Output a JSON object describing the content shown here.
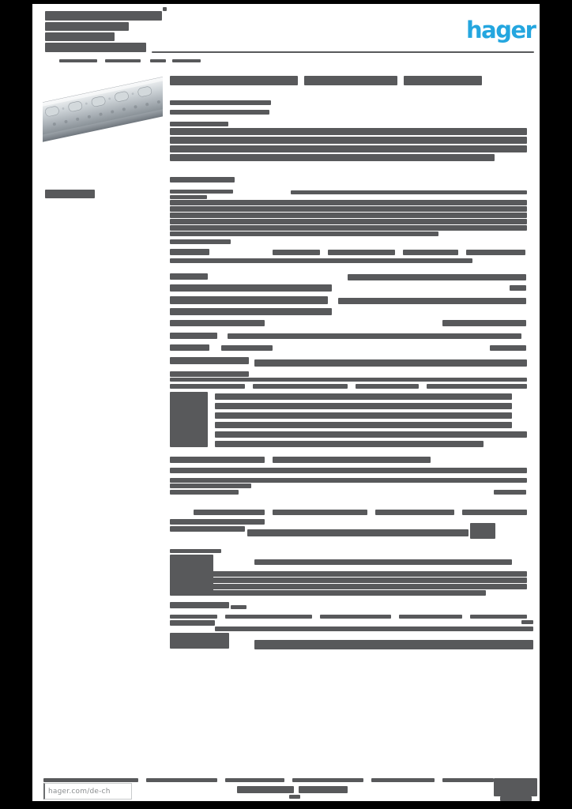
{
  "brand": {
    "logo_text": "hager",
    "logo_color": "#24A6DF"
  },
  "footer": {
    "website": "hager.com/de-ch"
  },
  "colors": {
    "text_block": "#58595B",
    "page_bg": "#FFFFFF",
    "margin": "#000000"
  },
  "product_image": {
    "description": "perforated galvanized steel mounting rail, diagonal view"
  },
  "blocks": {
    "header_address": [
      [
        57,
        14,
        148,
        12
      ],
      [
        57,
        28,
        106,
        11
      ],
      [
        57,
        41,
        88,
        11
      ],
      [
        57,
        54,
        128,
        12
      ],
      [
        206,
        9,
        5,
        5
      ]
    ],
    "header_subline": [
      [
        75,
        75,
        48,
        4
      ],
      [
        133,
        75,
        45,
        4
      ],
      [
        190,
        75,
        20,
        4
      ],
      [
        218,
        75,
        36,
        4
      ]
    ],
    "header_rule": [
      [
        192,
        65,
        484,
        2
      ]
    ],
    "side_label": [
      [
        57,
        240,
        63,
        11
      ]
    ],
    "product_title": [
      [
        215,
        96,
        162,
        12
      ],
      [
        385,
        96,
        118,
        12
      ],
      [
        511,
        96,
        99,
        12
      ]
    ],
    "subtitle": [
      [
        215,
        127,
        128,
        6
      ],
      [
        215,
        139,
        126,
        6
      ]
    ],
    "description_section": [
      [
        215,
        154,
        74,
        6
      ],
      [
        215,
        162,
        452,
        9
      ],
      [
        215,
        173,
        452,
        9
      ],
      [
        215,
        184,
        452,
        9
      ],
      [
        215,
        195,
        411,
        9
      ],
      [
        215,
        224,
        82,
        7
      ]
    ],
    "details_section": [
      [
        215,
        240,
        80,
        5
      ],
      [
        215,
        247,
        47,
        5
      ],
      [
        368,
        241,
        299,
        5
      ],
      [
        215,
        253,
        452,
        7
      ],
      [
        215,
        261,
        452,
        7
      ],
      [
        215,
        269,
        452,
        7
      ],
      [
        215,
        277,
        452,
        7
      ],
      [
        215,
        285,
        452,
        7
      ],
      [
        215,
        293,
        340,
        6
      ],
      [
        215,
        303,
        77,
        6
      ],
      [
        215,
        315,
        50,
        8
      ],
      [
        345,
        316,
        60,
        7
      ],
      [
        415,
        316,
        85,
        7
      ],
      [
        510,
        316,
        70,
        7
      ],
      [
        590,
        316,
        75,
        7
      ],
      [
        215,
        327,
        383,
        6
      ]
    ],
    "technical_table": [
      [
        215,
        346,
        48,
        8
      ],
      [
        440,
        347,
        226,
        8
      ],
      [
        215,
        360,
        205,
        9
      ],
      [
        645,
        361,
        21,
        7
      ],
      [
        215,
        375,
        200,
        10
      ],
      [
        428,
        377,
        238,
        8
      ],
      [
        215,
        390,
        205,
        9
      ],
      [
        215,
        405,
        120,
        8
      ],
      [
        560,
        405,
        106,
        8
      ],
      [
        215,
        421,
        60,
        8
      ],
      [
        288,
        422,
        372,
        7
      ],
      [
        215,
        436,
        50,
        8
      ],
      [
        280,
        437,
        65,
        7
      ],
      [
        620,
        437,
        46,
        7
      ],
      [
        215,
        452,
        100,
        9
      ],
      [
        322,
        455,
        345,
        9
      ],
      [
        215,
        470,
        100,
        7
      ]
    ],
    "characteristics_table": [
      [
        215,
        478,
        452,
        5
      ],
      [
        215,
        486,
        95,
        6
      ],
      [
        320,
        486,
        120,
        6
      ],
      [
        450,
        486,
        80,
        6
      ],
      [
        540,
        486,
        127,
        6
      ],
      [
        215,
        496,
        48,
        70
      ],
      [
        272,
        498,
        376,
        8
      ],
      [
        272,
        510,
        376,
        8
      ],
      [
        272,
        522,
        376,
        8
      ],
      [
        272,
        534,
        376,
        8
      ],
      [
        272,
        546,
        395,
        8
      ],
      [
        272,
        558,
        340,
        8
      ],
      [
        215,
        578,
        120,
        8
      ],
      [
        345,
        578,
        200,
        8
      ],
      [
        215,
        592,
        452,
        7
      ],
      [
        215,
        605,
        452,
        6
      ]
    ],
    "dimension_row": [
      [
        215,
        612,
        103,
        6
      ],
      [
        215,
        620,
        87,
        6
      ],
      [
        625,
        620,
        41,
        6
      ],
      [
        245,
        645,
        90,
        7
      ],
      [
        345,
        645,
        120,
        7
      ],
      [
        475,
        645,
        100,
        7
      ],
      [
        585,
        645,
        82,
        7
      ]
    ],
    "weight_row": [
      [
        215,
        657,
        120,
        7
      ],
      [
        215,
        666,
        95,
        7
      ],
      [
        313,
        670,
        280,
        9
      ],
      [
        595,
        662,
        32,
        20
      ]
    ],
    "logistics_section": [
      [
        215,
        695,
        65,
        5
      ],
      [
        215,
        702,
        55,
        50
      ],
      [
        322,
        708,
        326,
        7
      ],
      [
        215,
        723,
        452,
        7
      ],
      [
        215,
        731,
        452,
        7
      ],
      [
        215,
        739,
        452,
        7
      ],
      [
        215,
        747,
        400,
        7
      ],
      [
        215,
        762,
        75,
        8
      ],
      [
        292,
        766,
        20,
        5
      ],
      [
        215,
        778,
        60,
        5
      ],
      [
        285,
        778,
        110,
        5
      ],
      [
        405,
        778,
        90,
        5
      ],
      [
        505,
        778,
        80,
        5
      ],
      [
        595,
        778,
        72,
        5
      ],
      [
        215,
        785,
        57,
        7
      ],
      [
        660,
        785,
        15,
        5
      ],
      [
        272,
        793,
        403,
        6
      ],
      [
        215,
        801,
        75,
        20
      ],
      [
        322,
        810,
        353,
        12
      ]
    ],
    "footer_disclaimer": [
      [
        55,
        985,
        120,
        5
      ],
      [
        185,
        985,
        90,
        5
      ],
      [
        285,
        985,
        75,
        5
      ],
      [
        370,
        985,
        90,
        5
      ],
      [
        470,
        985,
        80,
        5
      ],
      [
        560,
        985,
        65,
        5
      ]
    ],
    "footer_pageinfo": [
      [
        300,
        995,
        72,
        9
      ],
      [
        378,
        995,
        62,
        9
      ],
      [
        366,
        1006,
        14,
        5
      ]
    ],
    "footer_mark": [
      [
        625,
        985,
        55,
        23
      ],
      [
        633,
        1008,
        40,
        6
      ]
    ]
  }
}
